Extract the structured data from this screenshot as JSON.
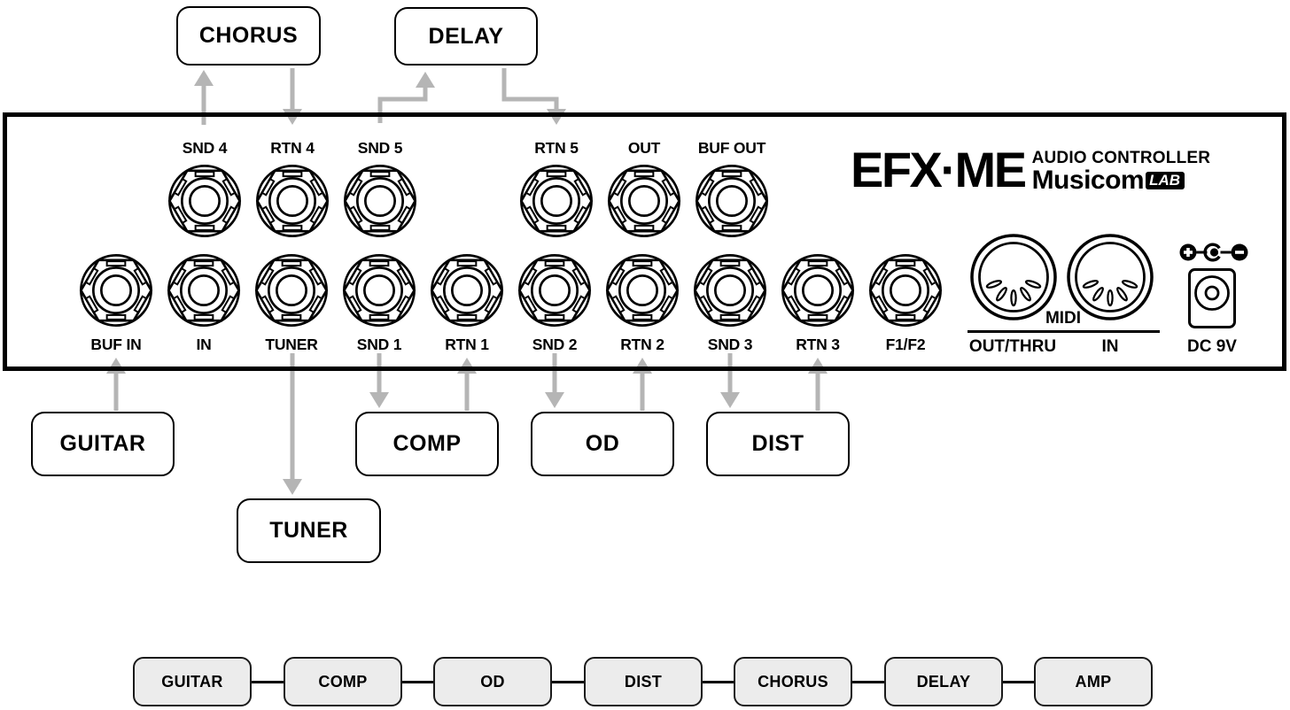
{
  "colors": {
    "arrow": "#b5b5b5",
    "panel_border": "#000000",
    "chain_fill": "#ececec",
    "chain_border": "#1a1a1a"
  },
  "external_boxes": {
    "chorus": "CHORUS",
    "delay": "DELAY",
    "guitar": "GUITAR",
    "comp": "COMP",
    "od": "OD",
    "dist": "DIST",
    "tuner": "TUNER"
  },
  "panel": {
    "brand": {
      "model": "EFX·ME",
      "tagline": "AUDIO CONTROLLER",
      "maker": "Musicom",
      "maker_badge": "LAB"
    },
    "top_jacks": [
      {
        "label": "SND 4"
      },
      {
        "label": "RTN 4"
      },
      {
        "label": "SND 5"
      },
      {
        "label": "RTN 5"
      },
      {
        "label": "OUT"
      },
      {
        "label": "BUF OUT"
      }
    ],
    "bottom_jacks": [
      {
        "label": "BUF IN"
      },
      {
        "label": "IN"
      },
      {
        "label": "TUNER"
      },
      {
        "label": "SND 1"
      },
      {
        "label": "RTN 1"
      },
      {
        "label": "SND 2"
      },
      {
        "label": "RTN 2"
      },
      {
        "label": "SND 3"
      },
      {
        "label": "RTN 3"
      },
      {
        "label": "F1/F2"
      }
    ],
    "midi": {
      "group_label": "MIDI",
      "out_thru_label": "OUT/THRU",
      "in_label": "IN"
    },
    "power": {
      "label": "DC 9V"
    }
  },
  "signal_chain": [
    {
      "label": "GUITAR"
    },
    {
      "label": "COMP"
    },
    {
      "label": "OD"
    },
    {
      "label": "DIST"
    },
    {
      "label": "CHORUS"
    },
    {
      "label": "DELAY"
    },
    {
      "label": "AMP"
    }
  ]
}
